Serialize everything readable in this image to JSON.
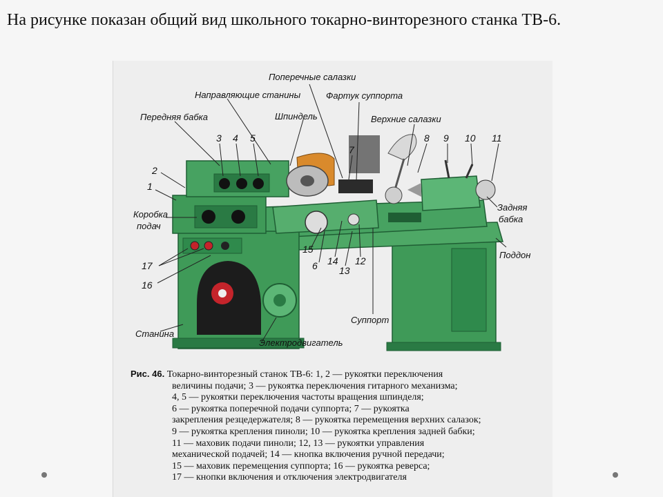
{
  "slide": {
    "title": "На рисунке показан общий вид школьного токарно-винторезного станка ТВ-6."
  },
  "diagram": {
    "labels": {
      "cross_slide": "Поперечные салазки",
      "bed_guides": "Направляющие станины",
      "carriage_apron": "Фартук суппорта",
      "headstock": "Передняя бабка",
      "spindle": "Шпиндель",
      "top_slide": "Верхние салазки",
      "gearbox_line1": "Коробка",
      "gearbox_line2": "подач",
      "tailstock_line1": "Задняя",
      "tailstock_line2": "бабка",
      "tray": "Поддон",
      "carriage": "Суппорт",
      "bed": "Станина",
      "motor": "Электродвигатель"
    },
    "numbers": [
      "1",
      "2",
      "3",
      "4",
      "5",
      "6",
      "7",
      "8",
      "9",
      "10",
      "11",
      "12",
      "13",
      "14",
      "15",
      "16",
      "17"
    ]
  },
  "caption": {
    "fig_label": "Рис. 46.",
    "lines": [
      "Токарно-винторезный станок ТВ-6: 1, 2 — рукоятки переключения",
      "величины подачи; 3 — рукоятка переключения гитарного механизма;",
      "4, 5 — рукоятки переключения частоты вращения шпинделя;",
      "6 — рукоятка поперечной подачи суппорта; 7 — рукоятка",
      "закрепления резцедержателя; 8 — рукоятка перемещения верхних салазок;",
      "9 — рукоятка крепления пиноли; 10 — рукоятка крепления задней бабки;",
      "11 — маховик подачи пиноли; 12, 13 — рукоятки управления",
      "механической подачей; 14 — кнопка включения ручной передачи;",
      "15 — маховик перемещения суппорта; 16 — рукоятка реверса;",
      "17 — кнопки включения и отключения электродвигателя"
    ]
  },
  "colors": {
    "machine_green": "#3f9a58",
    "machine_dark": "#2a7a44",
    "machine_light": "#5cb676",
    "chuck_orange": "#d98a2c",
    "motor_red": "#c4242b"
  }
}
